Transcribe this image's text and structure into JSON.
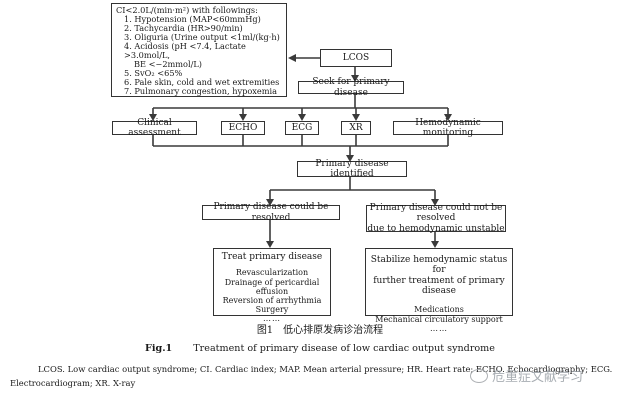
{
  "criteria_box": {
    "header": "CI<2.0L/(min·m²) with followings:",
    "items": [
      "1. Hypotension (MAP<60mmHg)",
      "2. Tachycardia (HR>90/min)",
      "3. Oliguria (Urine output <1ml/(kg·h)",
      "4. Acidosis (pH <7.4, Lactate >3.0mol/L,",
      "BE <−2mmol/L)",
      "5. SvO₂ <65%",
      "6. Pale skin, cold and wet extremities",
      "7. Pulmonary congestion, hypoxemia"
    ]
  },
  "lcos": "LCOS",
  "seek": "Seek for primary disease",
  "assessments": [
    "Clinical assessment",
    "ECHO",
    "ECG",
    "XR",
    "Hemodynamic monitoring"
  ],
  "identified": "Primary disease identified",
  "resolved": "Primary disease could be resolved",
  "not_resolved": {
    "line1": "Primary disease could not be resolved",
    "line2": "due to hemodynamic unstable"
  },
  "treat": {
    "title": "Treat primary disease",
    "items": [
      "Revascularization",
      "Drainage of pericardial effusion",
      "Reversion of arrhythmia",
      "Surgery"
    ],
    "ellipsis": "……"
  },
  "stabilize": {
    "title1": "Stabilize hemodynamic status for",
    "title2": "further treatment of primary disease",
    "items": [
      "Medications",
      "Mechanical circulatory support"
    ],
    "ellipsis": "……"
  },
  "caption_cn": "图1　低心排原发病诊治流程",
  "caption_en": {
    "label": "Fig.1",
    "text": "Treatment of primary disease of low cardiac output syndrome"
  },
  "note": {
    "line1": "LCOS. Low cardiac output syndrome; CI. Cardiac index; MAP. Mean arterial pressure; HR. Heart rate; ECHO. Echocardiography; ECG.",
    "line2": "Electrocardiogram; XR. X-ray"
  },
  "watermark": "危重症文献学习"
}
